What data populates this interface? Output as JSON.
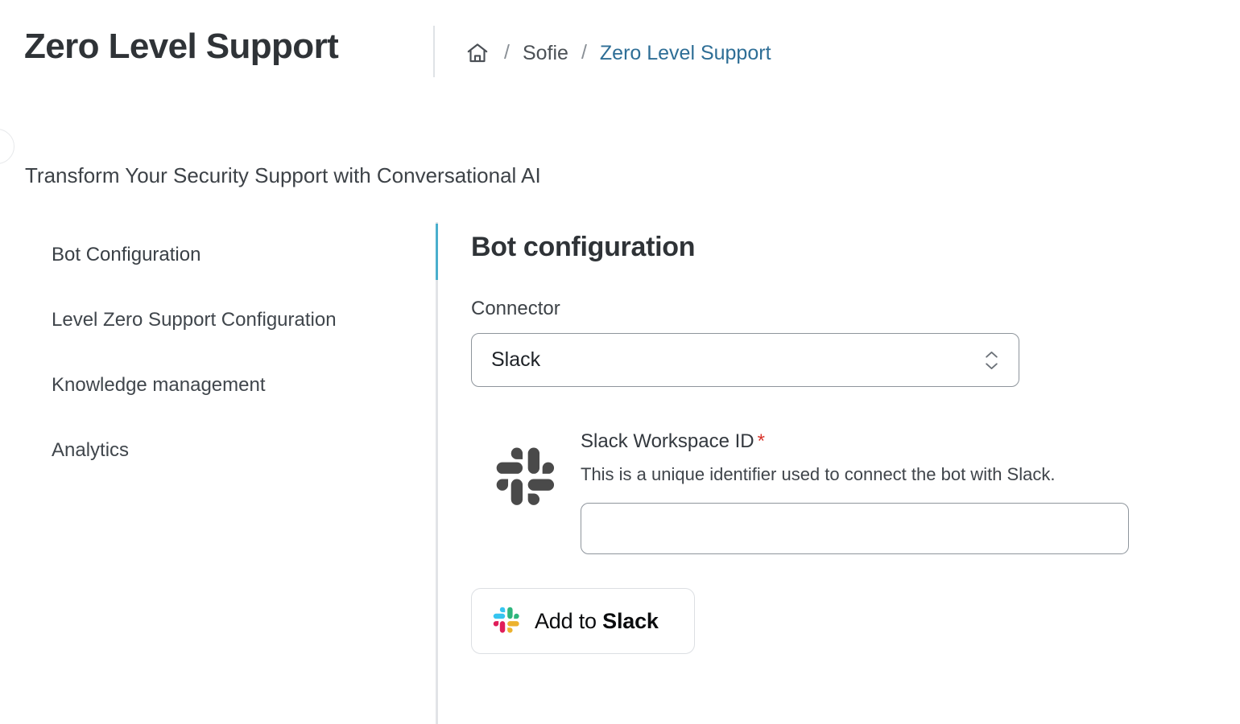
{
  "header": {
    "title": "Zero Level Support",
    "breadcrumb": {
      "home_icon": "home-icon",
      "separator": "/",
      "items": [
        {
          "label": "Sofie",
          "current": false
        },
        {
          "label": "Zero Level Support",
          "current": true
        }
      ]
    }
  },
  "subtitle": "Transform Your Security Support with Conversational AI",
  "sidebar": {
    "items": [
      {
        "label": "Bot Configuration",
        "active": true
      },
      {
        "label": "Level Zero Support Configuration",
        "active": false
      },
      {
        "label": "Knowledge management",
        "active": false
      },
      {
        "label": "Analytics",
        "active": false
      }
    ]
  },
  "main": {
    "heading": "Bot configuration",
    "connector": {
      "label": "Connector",
      "selected": "Slack",
      "options": [
        "Slack"
      ],
      "chevron_icon": "chevron-up-down-icon"
    },
    "connector_detail": {
      "logo_icon": "slack-logo-icon",
      "field_label": "Slack Workspace ID",
      "required_marker": "*",
      "help_text": "This is a unique identifier used to connect the bot with Slack.",
      "input_value": "",
      "input_placeholder": ""
    },
    "add_to_slack": {
      "icon": "slack-logo-color-icon",
      "label_prefix": "Add to ",
      "label_brand": "Slack"
    }
  },
  "colors": {
    "accent_indicator": "#4aafcd",
    "breadcrumb_link": "#2e6e96",
    "required_red": "#d9342b",
    "title_text": "#2f3337",
    "divider": "#e2e4e7",
    "slack_blue": "#36c5f0",
    "slack_green": "#2eb67d",
    "slack_red": "#e01e5a",
    "slack_yellow": "#ecb22e",
    "slack_mono": "#4a4a4a"
  }
}
